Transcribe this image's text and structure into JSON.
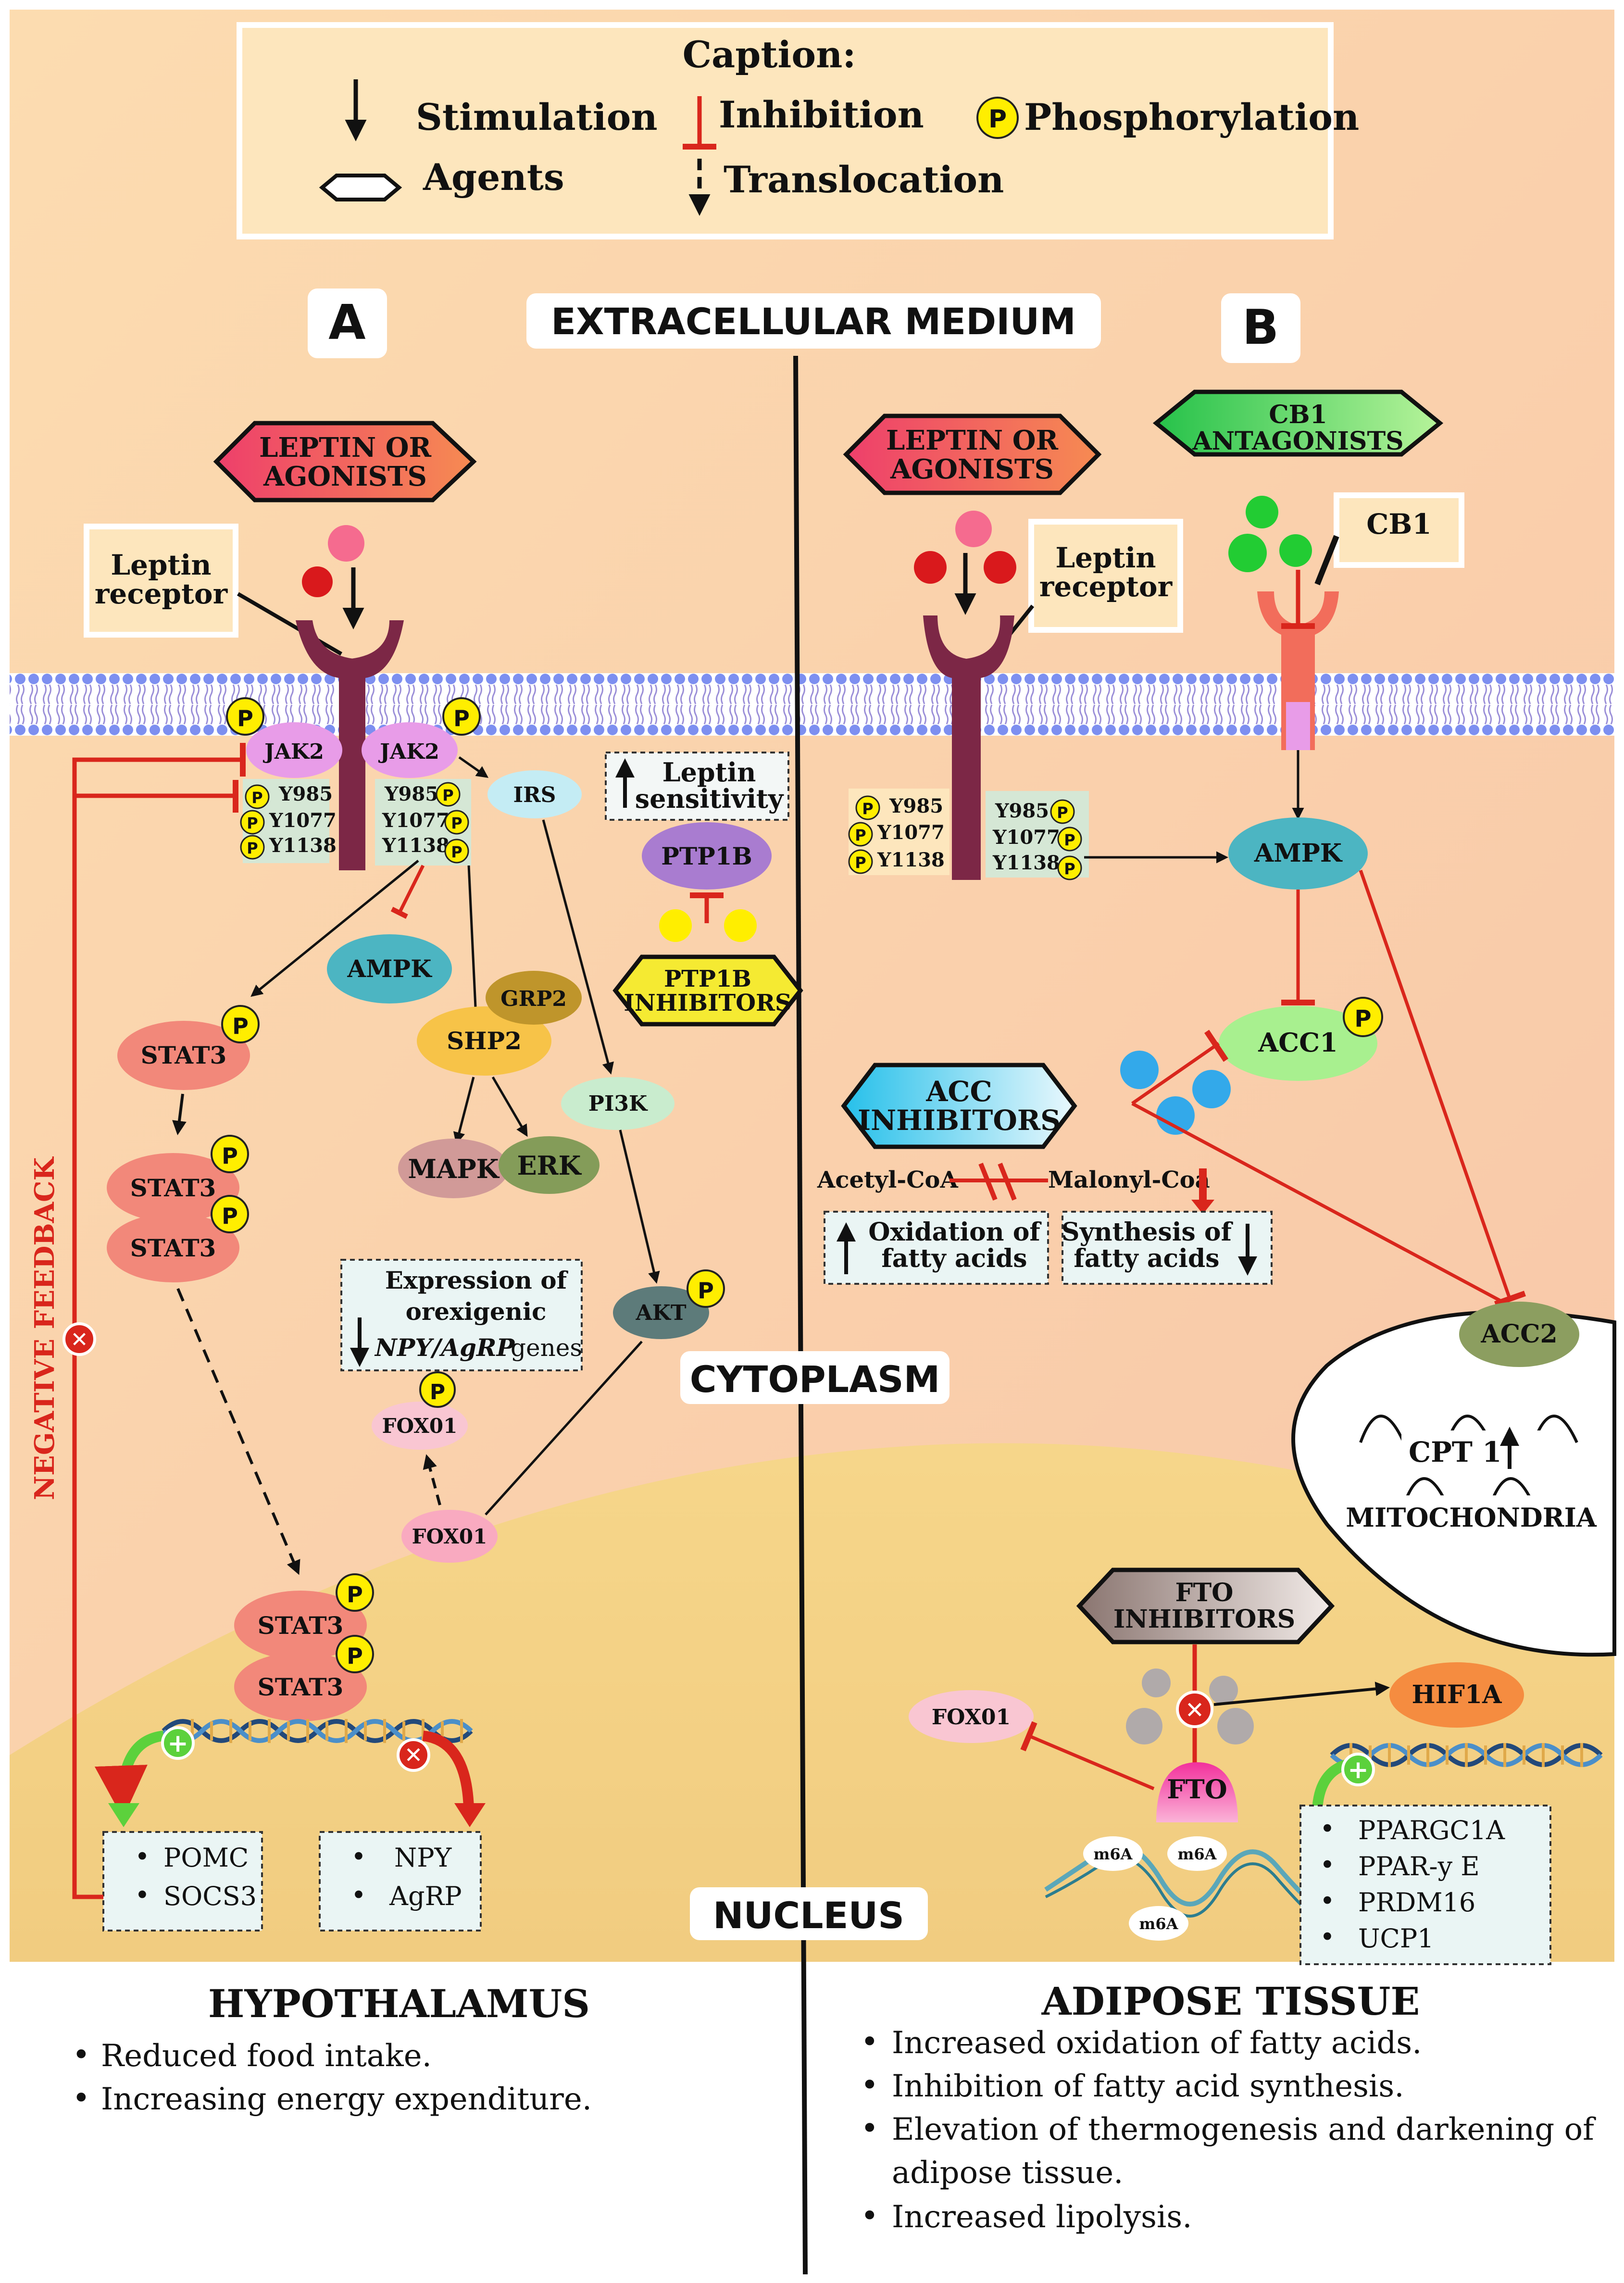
{
  "caption": {
    "title": "Caption:",
    "stimulation": "Stimulation",
    "inhibition": "Inhibition",
    "phosphorylation": "Phosphorylation",
    "agents": "Agents",
    "translocation": "Translocation",
    "p": "P"
  },
  "panel_a": {
    "label": "A",
    "leptin_agonists_1": "LEPTIN OR",
    "leptin_agonists_2": "AGONISTS",
    "leptin_receptor_1": "Leptin",
    "leptin_receptor_2": "receptor",
    "jak2_left": "JAK2",
    "jak2_right": "JAK2",
    "y985": "Y985",
    "y1077": "Y1077",
    "y1138": "Y1138",
    "irs": "IRS",
    "leptin_sensitivity_1": "Leptin",
    "leptin_sensitivity_2": "sensitivity",
    "ptp1b": "PTP1B",
    "ptp1b_inhibitors_1": "PTP1B",
    "ptp1b_inhibitors_2": "INHIBITORS",
    "ampk": "AMPK",
    "grp2": "GRP2",
    "shp2": "SHP2",
    "stat3": "STAT3",
    "pi3k": "PI3K",
    "mapk": "MAPK",
    "erk": "ERK",
    "negative_feedback": "NEGATIVE FEEDBACK",
    "expression_1": "Expression of",
    "expression_2": "orexigenic",
    "expression_3": "NPY/AgRP",
    "expression_4": "genes",
    "akt": "AKT",
    "fox01": "FOX01",
    "pomc": "POMC",
    "socs3": "SOCS3",
    "npy": "NPY",
    "agrp": "AgRP",
    "region_title": "HYPOTHALAMUS",
    "effects": [
      "Reduced food intake.",
      "Increasing energy expenditure."
    ]
  },
  "panel_b": {
    "label": "B",
    "leptin_agonists_1": "LEPTIN OR",
    "leptin_agonists_2": "AGONISTS",
    "cb1_antagonists_1": "CB1",
    "cb1_antagonists_2": "ANTAGONISTS",
    "cb1": "CB1",
    "leptin_receptor_1": "Leptin",
    "leptin_receptor_2": "receptor",
    "ampk": "AMPK",
    "y985": "Y985",
    "y1077": "Y1077",
    "y1138": "Y1138",
    "acc1": "ACC1",
    "acc_inhibitors_1": "ACC",
    "acc_inhibitors_2": "INHIBITORS",
    "acetyl_coa": "Acetyl-CoA",
    "malonyl_coa": "Malonyl-Coa",
    "oxidation_1": "Oxidation of",
    "oxidation_2": "fatty acids",
    "synthesis_1": "Synthesis of",
    "synthesis_2": "fatty acids",
    "acc2": "ACC2",
    "cpt1": "CPT 1",
    "mitochondria": "MITOCHONDRIA",
    "fto_inhibitors_1": "FTO",
    "fto_inhibitors_2": "INHIBITORS",
    "fox01": "FOX01",
    "hif1a": "HIF1A",
    "fto": "FTO",
    "m6a": "m6A",
    "genes": [
      "PPARGC1A",
      "PPAR-y E",
      "PRDM16",
      "UCP1"
    ],
    "region_title": "ADIPOSE TISSUE",
    "effects": [
      "Increased oxidation of fatty acids.",
      "Inhibition of fatty acid synthesis.",
      "Elevation of thermogenesis and darkening of",
      "adipose tissue.",
      "Increased lipolysis."
    ]
  },
  "labels": {
    "extracellular": "EXTRACELLULAR MEDIUM",
    "cytoplasm": "CYTOPLASM",
    "nucleus": "NUCLEUS"
  }
}
